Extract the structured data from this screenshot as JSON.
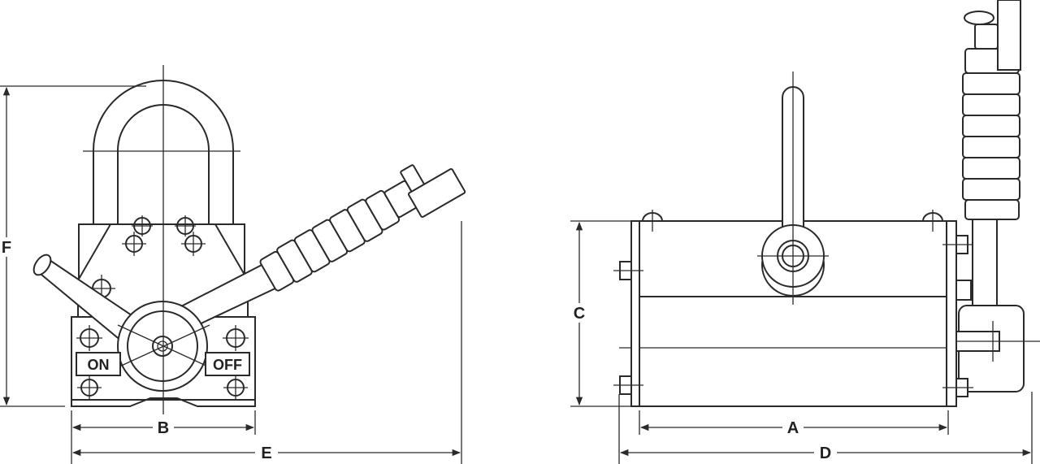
{
  "front_view": {
    "dims": {
      "b": "B",
      "e": "E",
      "f": "F"
    },
    "switch": {
      "on": "ON",
      "off": "OFF"
    }
  },
  "side_view": {
    "dims": {
      "a": "A",
      "c": "C",
      "d": "D"
    }
  }
}
